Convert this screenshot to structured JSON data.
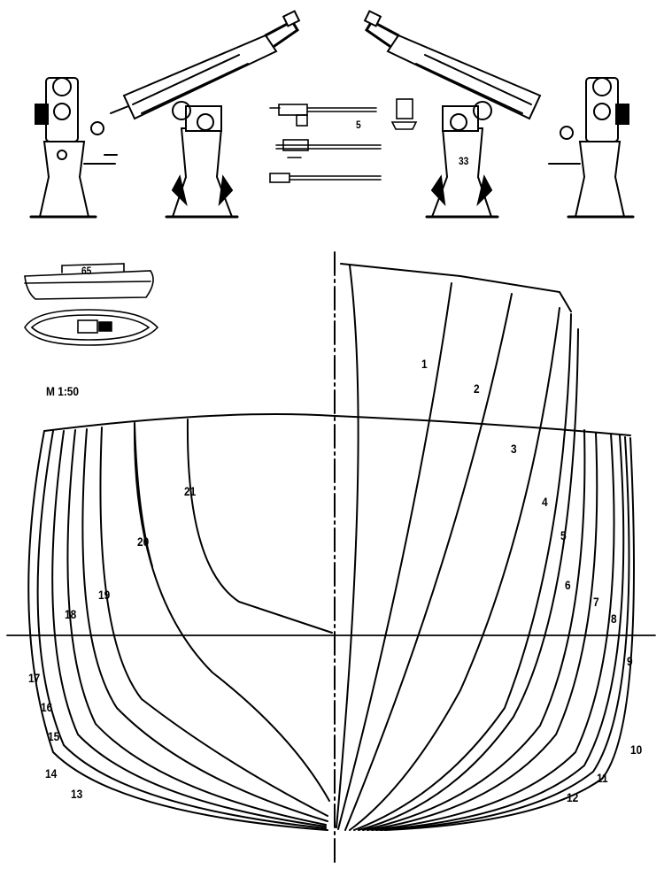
{
  "scale_label": "M 1:50",
  "gun_labels": {
    "small_gun_number": "5",
    "large_gun_number": "33",
    "boat_number": "65"
  },
  "stations": [
    "1",
    "2",
    "3",
    "4",
    "5",
    "6",
    "7",
    "8",
    "9",
    "10",
    "11",
    "12",
    "13",
    "14",
    "15",
    "16",
    "17",
    "18",
    "19",
    "20",
    "21"
  ],
  "colors": {
    "ink": "#000000",
    "paper": "#ffffff"
  }
}
